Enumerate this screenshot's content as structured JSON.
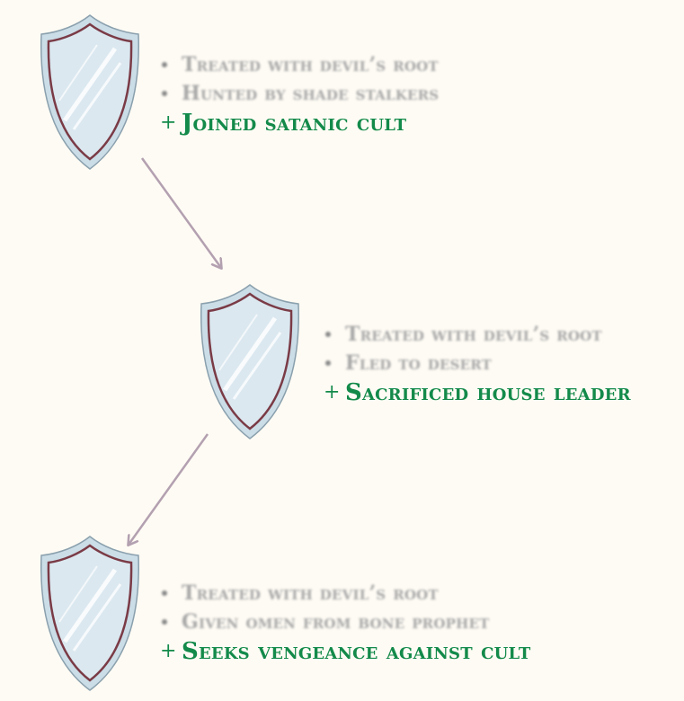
{
  "colors": {
    "background": "#fefbf4",
    "shield_fill": "#dbe8f0",
    "shield_rim": "#c9dbe6",
    "shield_inner_border": "#7a3b46",
    "highlight": "#ffffff",
    "old_trait_text": "#a7a7a7",
    "new_trait_text": "#138a4a",
    "arrow": "#b3a0b0"
  },
  "nodes": [
    {
      "icon": "shield-icon",
      "traits": [
        "Treated with devil’s root",
        "Hunted by shade stalkers"
      ],
      "added": "Joined satanic cult",
      "added_marker": "+"
    },
    {
      "icon": "shield-icon",
      "traits": [
        "Treated with devil’s root",
        "Fled to desert"
      ],
      "added": "Sacrificed house leader",
      "added_marker": "+"
    },
    {
      "icon": "shield-icon",
      "traits": [
        "Treated with devil’s root",
        "Given omen from bone prophet"
      ],
      "added": "Seeks vengeance against cult",
      "added_marker": "+"
    }
  ]
}
